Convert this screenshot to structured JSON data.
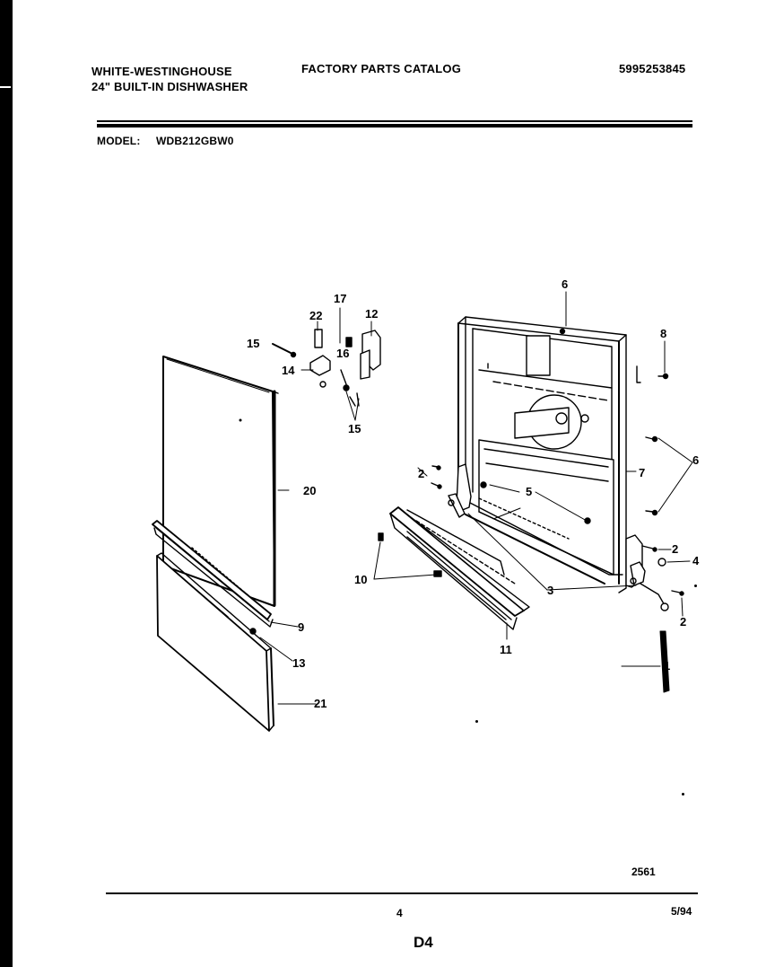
{
  "header": {
    "brand": "WHITE-WESTINGHOUSE",
    "product": "24\" BUILT-IN DISHWASHER",
    "catalog": "FACTORY PARTS CATALOG",
    "part_number": "5995253845",
    "model_label": "MODEL:",
    "model_value": "WDB212GBW0"
  },
  "diagram": {
    "callouts": [
      "1",
      "2",
      "2",
      "2",
      "3",
      "4",
      "5",
      "6",
      "6",
      "7",
      "8",
      "9",
      "10",
      "11",
      "12",
      "13",
      "14",
      "15",
      "15",
      "16",
      "17",
      "20",
      "21",
      "22"
    ]
  },
  "footer": {
    "figure_code": "2561",
    "page_number": "4",
    "date": "5/94",
    "section": "D4"
  }
}
